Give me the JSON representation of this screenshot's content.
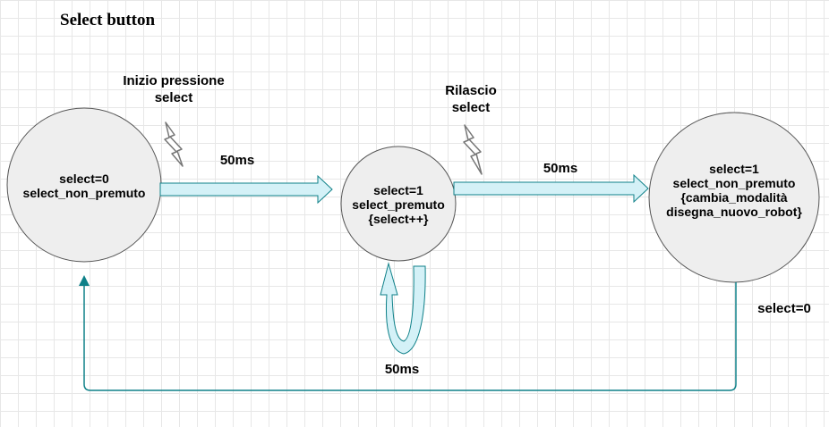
{
  "title": "Select button",
  "states": [
    {
      "label": "select=0\nselect_non_premuto"
    },
    {
      "label": "select=1\nselect_premuto\n{select++}"
    },
    {
      "label": "select=1\nselect_non_premuto\n{cambia_modalità\ndisegna_nuovo_robot}"
    }
  ],
  "events": [
    {
      "label": "Inizio pressione\nselect"
    },
    {
      "label": "Rilascio\nselect"
    }
  ],
  "timings": [
    {
      "label": "50ms"
    },
    {
      "label": "50ms"
    },
    {
      "label": "50ms"
    }
  ],
  "return_label": "select=0",
  "colors": {
    "state_fill": "#eeeeee",
    "state_stroke": "#555555",
    "arrow_fill": "#d4f1f7",
    "arrow_stroke": "#0e8088",
    "line": "#0e8088",
    "bolt": "#777777"
  }
}
